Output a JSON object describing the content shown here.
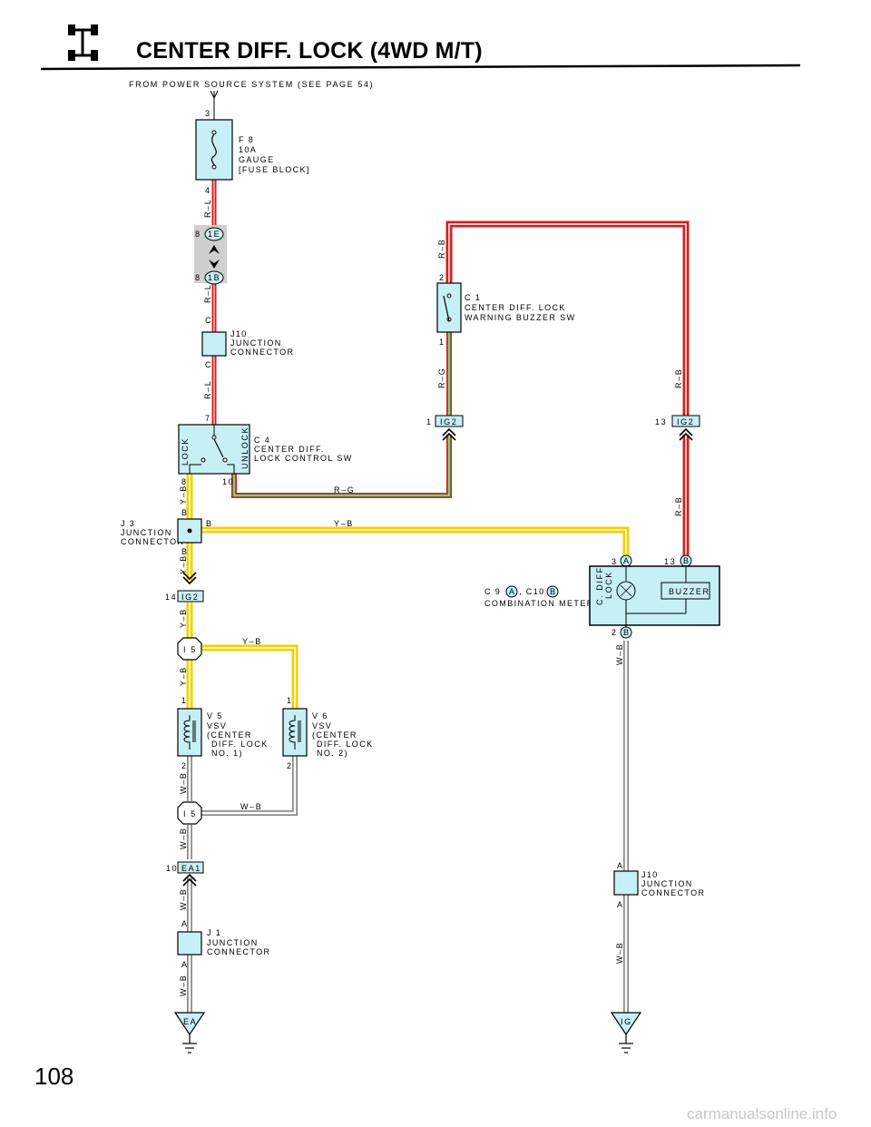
{
  "header": {
    "title": "CENTER DIFF. LOCK (4WD M/T)"
  },
  "page_number": "108",
  "watermark": "carmanualsonline.info",
  "source_note": "FROM POWER SOURCE SYSTEM (SEE PAGE 54)",
  "colors": {
    "red": "#d42020",
    "green": "#3aa83a",
    "yellow": "#f2d200",
    "gray": "#8a8a8a",
    "component_fill": "#c6f0f6",
    "shade": "#cfcfcf"
  },
  "wire_colors": {
    "rl": "R–L",
    "rg": "R–G",
    "rb": "R–B",
    "yb": "Y–B",
    "wb": "W–B"
  },
  "components": {
    "f8": {
      "code": "F 8",
      "l1": "10A",
      "l2": "GAUGE",
      "l3": "[FUSE BLOCK]",
      "pin_in": "3",
      "pin_out": "4"
    },
    "conn_1e": {
      "label": "1E",
      "pin": "8"
    },
    "conn_1b": {
      "label": "1B",
      "pin": "8"
    },
    "j10a": {
      "code": "J10",
      "l1": "JUNCTION",
      "l2": "CONNECTOR",
      "pin_top": "C",
      "pin_bot": "C"
    },
    "c4": {
      "code": "C 4",
      "l1": "CENTER DIFF.",
      "l2": "LOCK CONTROL SW",
      "lock": "LOCK",
      "unlock": "UNLOCK",
      "pin_top": "7",
      "pin_lock": "8",
      "pin_unlock": "10"
    },
    "c1": {
      "code": "C 1",
      "l1": "CENTER DIFF.  LOCK",
      "l2": "WARNING BUZZER SW",
      "pin_top": "2",
      "pin_bot": "1"
    },
    "ig2_left": {
      "label": "IG2",
      "pin": "1"
    },
    "ig2_right": {
      "label": "IG2",
      "pin": "13"
    },
    "j3": {
      "code": "J 3",
      "l1": "JUNCTION",
      "l2": "CONNECTOR",
      "pin_top": "B",
      "pin_right": "B",
      "pin_bot": "B"
    },
    "ig2_j3": {
      "label": "IG2",
      "pin": "14"
    },
    "i5_top": {
      "label": "I 5"
    },
    "i5_bot": {
      "label": "I 5"
    },
    "v5": {
      "code": "V 5",
      "l1": "VSV",
      "l2": "(CENTER",
      "l3": "DIFF.  LOCK",
      "l4": "NO. 1)",
      "pin_top": "1",
      "pin_bot": "2"
    },
    "v6": {
      "code": "V 6",
      "l1": "VSV",
      "l2": "(CENTER",
      "l3": "DIFF.  LOCK",
      "l4": "NO. 2)",
      "pin_top": "1",
      "pin_bot": "2"
    },
    "ea1": {
      "label": "EA1",
      "pin": "10"
    },
    "j1": {
      "code": "J 1",
      "l1": "JUNCTION",
      "l2": "CONNECTOR",
      "pin_top": "A",
      "pin_bot": "A"
    },
    "ground_ea": {
      "label": "EA"
    },
    "ground_ig": {
      "label": "IG"
    },
    "meter": {
      "legend_c9": "C 9",
      "legend_a": "A",
      "legend_sep": ", C10",
      "legend_b": "B",
      "name": "COMBINATION METER",
      "cdiff_l1": "C. DIFF",
      "cdiff_l2": "LOCK",
      "buzzer": "BUZZER",
      "pin3": "3",
      "pin3_conn": "A",
      "pin13": "13",
      "pin13_conn": "B",
      "pin2": "2",
      "pin2_conn": "B"
    },
    "j10b": {
      "code": "J10",
      "l1": "JUNCTION",
      "l2": "CONNECTOR",
      "pin_top": "A",
      "pin_bot": "A"
    }
  }
}
